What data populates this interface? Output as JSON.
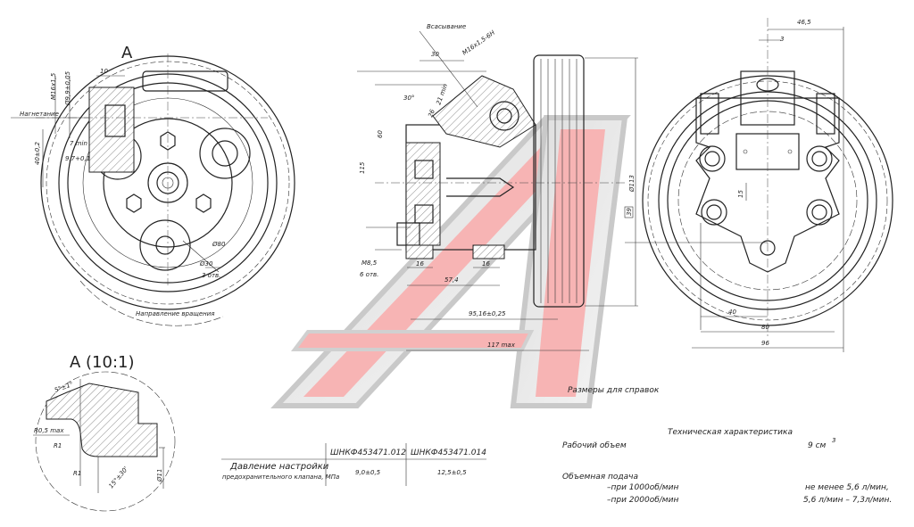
{
  "left_view": {
    "title": "A",
    "dim_10": "10",
    "dim_thread": "M16x1,5",
    "dim_bore": "Ø9,9±0,05",
    "label_discharge": "Нагнетание",
    "dim_7min": "7 min",
    "dim_9_7": "9,7+0,1",
    "dim_40": "40±0,2",
    "dim_d80": "Ø80",
    "dim_d30": "Ø30",
    "holes_3": "3 отв.",
    "label_rotation": "Направление вращения"
  },
  "middle_view": {
    "label_suction": "Всасывание",
    "dim_thread": "M16x1,5-6H",
    "dim_30": "30",
    "dim_30deg": "30°",
    "dim_21min": "21 min",
    "dim_26": "26",
    "dim_60": "60",
    "dim_115": "115",
    "dim_m8": "M8,5",
    "holes_6": "6 отв.",
    "dim_16a": "16",
    "dim_16b": "16",
    "dim_57": "57,4",
    "dim_95": "95,16±0,25",
    "dim_117": "117 max",
    "dim_pulley": "Ø113"
  },
  "right_view": {
    "dim_46_5": "46,5",
    "dim_3": "3",
    "dim_15": "15",
    "dim_40": "40",
    "dim_80": "80",
    "dim_96": "96",
    "dim_39": "39"
  },
  "detail": {
    "title": "A (10:1)",
    "angle": "5°±1°",
    "r_max": "R0,5 max",
    "r1a": "R1",
    "r1b": "R1",
    "chamfer": "15°±30'",
    "dia": "Ø11"
  },
  "table": {
    "col1": "ШНКФ453471.012",
    "col2": "ШНКФ453471.014",
    "row_label": "Давление настройки",
    "row_sublabel": "предохранительного клапана, МПа",
    "val1": "9,0±0,5",
    "val2": "12,5±0,5"
  },
  "notes": {
    "reference": "Размеры для справок",
    "spec_title": "Техническая характеристика",
    "volume_label": "Рабочий объем",
    "volume_value": "9 см",
    "volume_sup": "3",
    "flow_label": "Объемная подача",
    "flow_1000": "–при 1000об/мин",
    "flow_2000": "–при 2000об/мин",
    "flow_1000_val": "не менее 5,6 л/мин,",
    "flow_2000_val": "5,6 л/мин – 7,3л/мин."
  },
  "colors": {
    "watermark_red": "#f4a0a0",
    "watermark_gray": "#c8c8c8",
    "line": "#222222"
  }
}
